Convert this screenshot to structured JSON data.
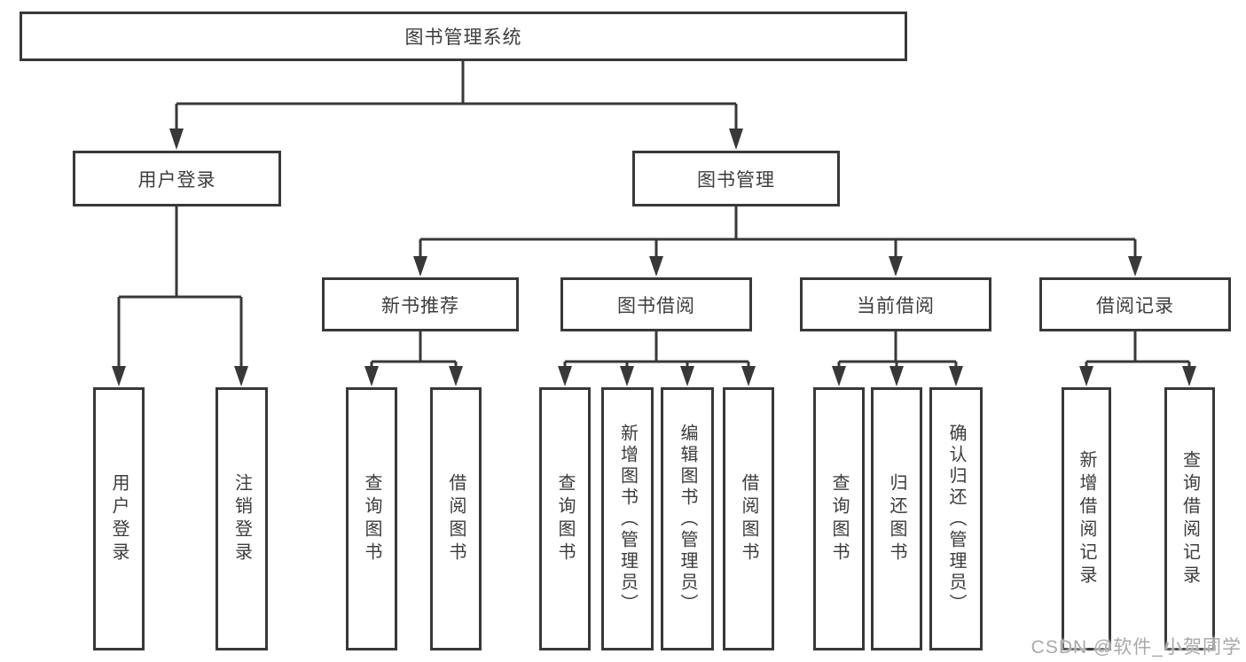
{
  "diagram_type": "hierarchy-tree",
  "colors": {
    "background": "#ffffff",
    "box_border": "#383838",
    "connector_line": "#383838",
    "text": "#3c3c3c",
    "watermark_text": "#a9a9a9"
  },
  "tree": {
    "root": {
      "label": "图书管理系统",
      "children": [
        {
          "label": "用户登录",
          "children": [
            {
              "label": "用户登录"
            },
            {
              "label": "注销登录"
            }
          ]
        },
        {
          "label": "图书管理",
          "children": [
            {
              "label": "新书推荐",
              "children": [
                {
                  "label": "查询图书"
                },
                {
                  "label": "借阅图书"
                }
              ]
            },
            {
              "label": "图书借阅",
              "children": [
                {
                  "label": "查询图书"
                },
                {
                  "label": "新增图书（管理员）"
                },
                {
                  "label": "编辑图书（管理员）"
                },
                {
                  "label": "借阅图书"
                }
              ]
            },
            {
              "label": "当前借阅",
              "children": [
                {
                  "label": "查询图书"
                },
                {
                  "label": "归还图书"
                },
                {
                  "label": "确认归还（管理员）"
                }
              ]
            },
            {
              "label": "借阅记录",
              "children": [
                {
                  "label": "新增借阅记录"
                },
                {
                  "label": "查询借阅记录"
                }
              ]
            }
          ]
        }
      ]
    }
  },
  "watermark": {
    "text": "CSDN @软件_小贺同学"
  }
}
